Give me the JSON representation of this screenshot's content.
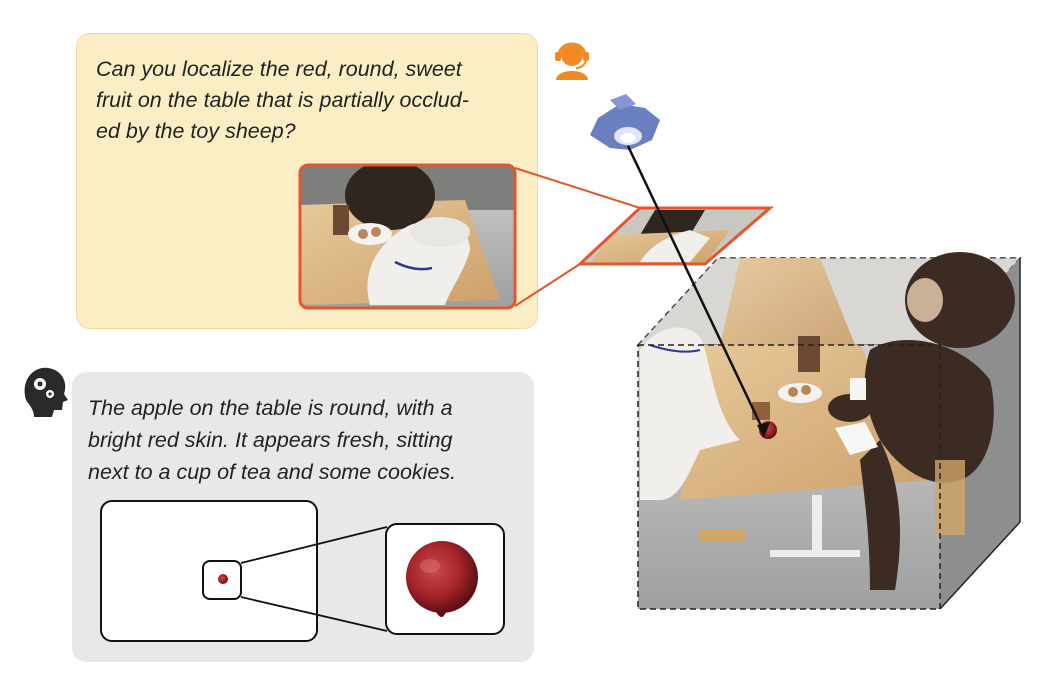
{
  "question": {
    "lines": [
      "Can you localize the red, round, sweet",
      "fruit on the table that is partially occlud-",
      "ed by the toy sheep?"
    ]
  },
  "answer": {
    "lines": [
      "The apple on the table is round, with a",
      "bright red skin.  It appears fresh, sitting",
      "next to a cup of tea and some cookies."
    ]
  },
  "colors": {
    "question_bg": "#fbeec5",
    "answer_bg": "#e8e8ea",
    "highlight": "#e4572e",
    "user_icon": "#f08a24",
    "camera": "#6a7fc0",
    "apple": "#a6232a"
  },
  "icons": {
    "user": "user-headset-icon",
    "assistant": "head-gears-icon",
    "camera": "camera-icon"
  }
}
